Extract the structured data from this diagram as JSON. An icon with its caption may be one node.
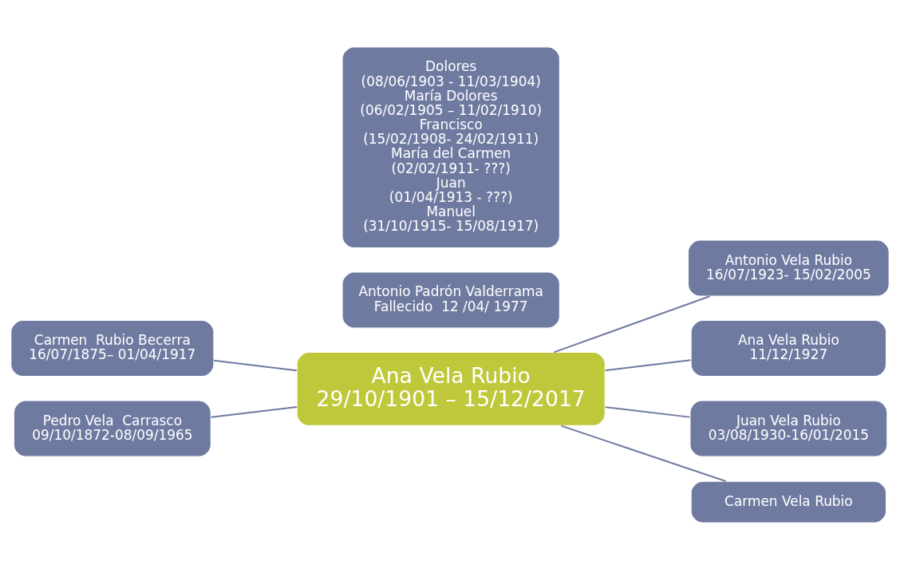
{
  "diagram": {
    "nodes": [
      {
        "text": [
          "Carmen  Rubio Becerra",
          "16/07/1875– 01/04/1917"
        ]
      },
      {
        "text": [
          "Antonio Padrón Valderrama",
          "Fallecido  12 /04/ 1977"
        ]
      },
      {
        "text": [
          "Antonio Vela Rubio",
          "16/07/1923- 15/02/2005"
        ]
      },
      {
        "text": [
          "Ana Vela Rubio",
          "29/10/1901 – 15/12/2017"
        ]
      },
      {
        "text": [
          "Ana Vela Rubio",
          "11/12/1927"
        ]
      },
      {
        "text": [
          "Pedro Vela  Carrasco",
          "09/10/1872-08/09/1965"
        ]
      },
      {
        "text": [
          "Dolores",
          "(08/06/1903 - 11/03/1904)",
          "María Dolores",
          "(06/02/1905 – 11/02/1910)",
          "Francisco",
          "(15/02/1908- 24/02/1911)",
          "María del Carmen",
          "(02/02/1911- ???)",
          "Juan",
          "(01/04/1913 - ???)",
          "Manuel",
          "(31/10/1915- 15/08/1917)"
        ]
      },
      {
        "text": [
          "Juan Vela Rubio",
          "03/08/1930-16/01/2015"
        ]
      },
      {
        "text": [
          "Carmen Vela Rubio"
        ]
      }
    ],
    "edges": [
      {
        "from": 3,
        "to": 0,
        "arrow": "none"
      },
      {
        "from": 3,
        "to": 5,
        "arrow": "none"
      },
      {
        "from": 3,
        "to": 2,
        "arrow": "none"
      },
      {
        "from": 3,
        "to": 4,
        "arrow": "none"
      },
      {
        "from": 3,
        "to": 7,
        "arrow": "none"
      },
      {
        "from": 3,
        "to": 8,
        "arrow": "none"
      }
    ]
  }
}
